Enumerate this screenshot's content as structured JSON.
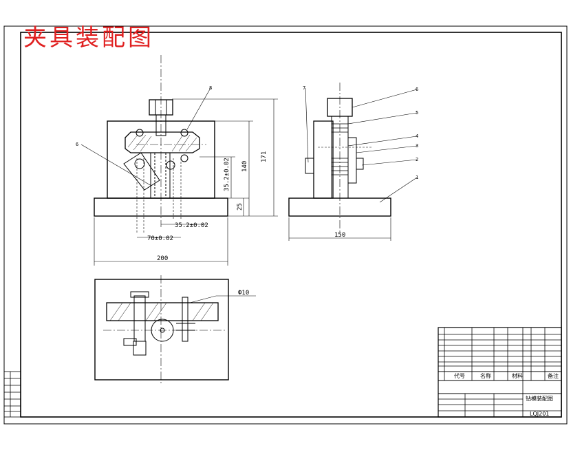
{
  "title": "夹具装配图",
  "dimensions": {
    "height_171": "171",
    "height_140": "140",
    "pos_35_2_v": "35.2±0.02",
    "height_25": "25",
    "pos_35_2_h": "35.2±0.02",
    "pos_70": "70±0.02",
    "width_200": "200",
    "width_150": "150",
    "bore": "Ф10"
  },
  "part_labels": {
    "front_left": "6",
    "front_top": "8",
    "side_7": "7",
    "side_6": "6",
    "side_5": "5",
    "side_4": "4",
    "side_3": "3",
    "side_2": "2",
    "side_1": "1"
  },
  "title_block": {
    "col_code": "代号",
    "col_name": "名称",
    "col_material": "材料",
    "col_remark": "备注",
    "drawing_name": "钻模装配图",
    "drawing_no": "LQJ201"
  }
}
